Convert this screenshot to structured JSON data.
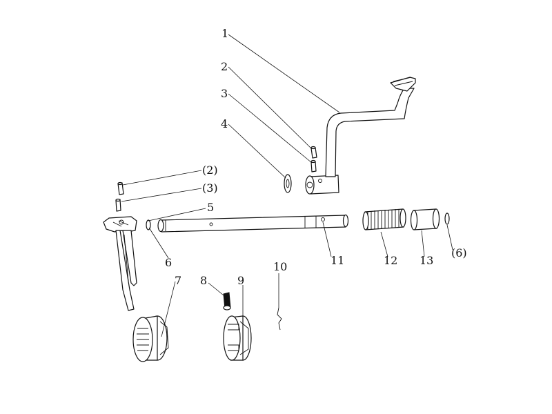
{
  "diagram": {
    "callouts": {
      "c1": "1",
      "c2": "2",
      "c3": "3",
      "c4": "4",
      "c2b": "(2)",
      "c3b": "(3)",
      "c5": "5",
      "c6": "6",
      "c7": "7",
      "c8": "8",
      "c9": "9",
      "c10": "10",
      "c11": "11",
      "c12": "12",
      "c13": "13",
      "c6b": "(6)"
    }
  }
}
